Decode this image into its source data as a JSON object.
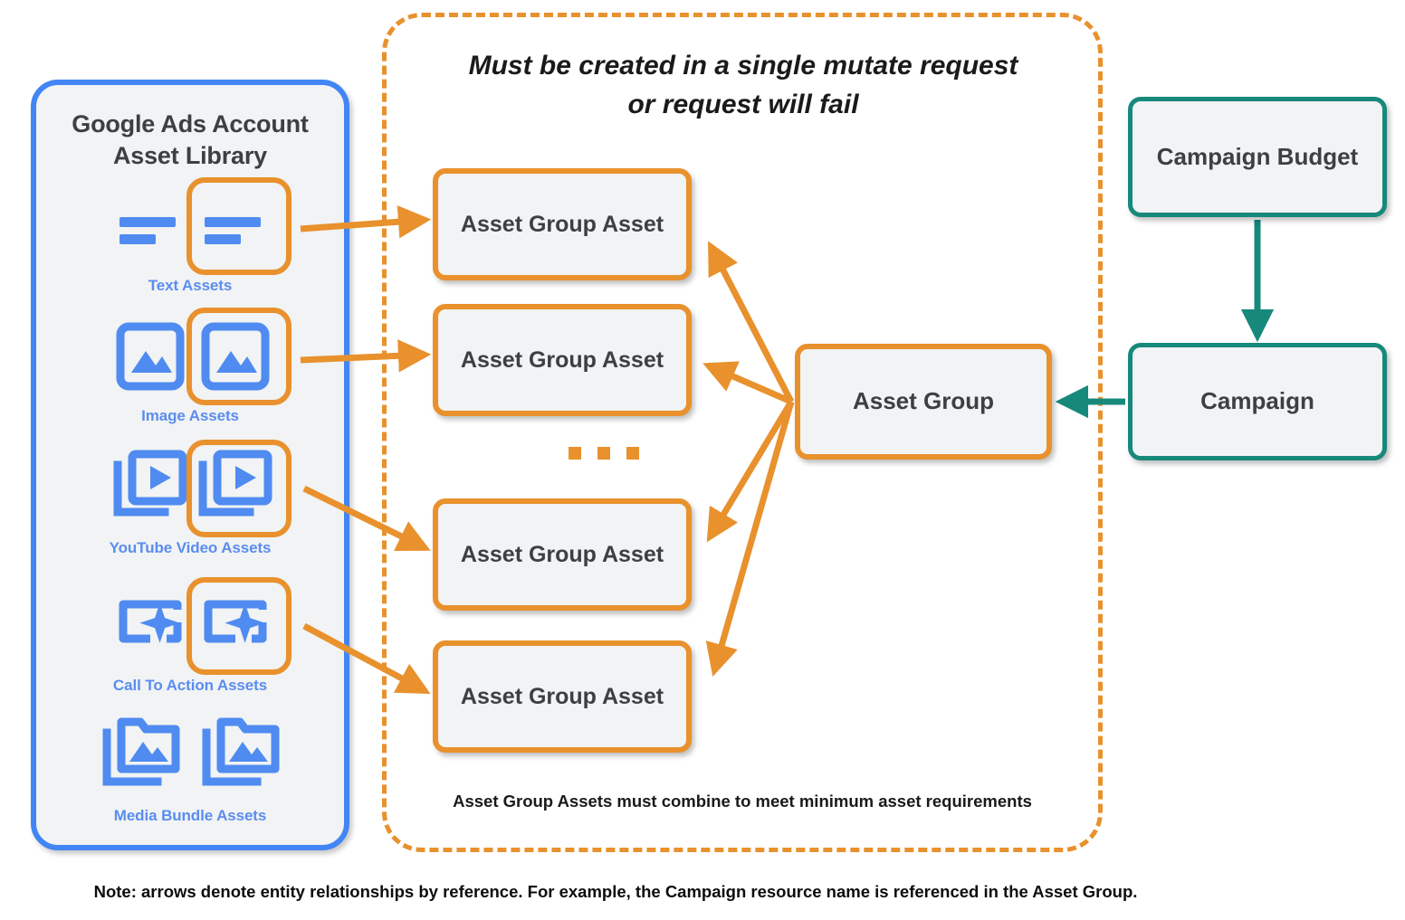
{
  "library": {
    "title_line1": "Google Ads Account",
    "title_line2": "Asset Library",
    "assets": [
      {
        "caption": "Text Assets",
        "icon": "text-asset-icon",
        "highlighted": true
      },
      {
        "caption": "Image Assets",
        "icon": "image-asset-icon",
        "highlighted": true
      },
      {
        "caption": "YouTube Video  Assets",
        "icon": "youtube-video-asset-icon",
        "highlighted": true
      },
      {
        "caption": "Call To Action Assets",
        "icon": "call-to-action-asset-icon",
        "highlighted": true
      },
      {
        "caption": "Media Bundle  Assets",
        "icon": "media-bundle-asset-icon",
        "highlighted": false
      }
    ]
  },
  "mutate_container": {
    "heading_line1": "Must be created in a single mutate request",
    "heading_line2": "or request will fail",
    "footnote": "Asset Group Assets must combine to meet minimum asset requirements"
  },
  "nodes": {
    "asset_group_assets": [
      {
        "label": "Asset Group Asset"
      },
      {
        "label": "Asset Group Asset"
      },
      {
        "label": "Asset Group Asset"
      },
      {
        "label": "Asset Group Asset"
      }
    ],
    "asset_group": "Asset Group",
    "campaign_budget": "Campaign Budget",
    "campaign": "Campaign"
  },
  "ellipsis": "...",
  "bottom_note": "Note: arrows denote entity relationships by reference. For example, the Campaign resource name is referenced in the Asset Group.",
  "colors": {
    "orange": "#e8912d",
    "blue": "#4285f4",
    "caption_blue": "#5b8def",
    "teal": "#17897b",
    "node_fill": "#f1f3f4",
    "text_dark": "#3c4043"
  }
}
